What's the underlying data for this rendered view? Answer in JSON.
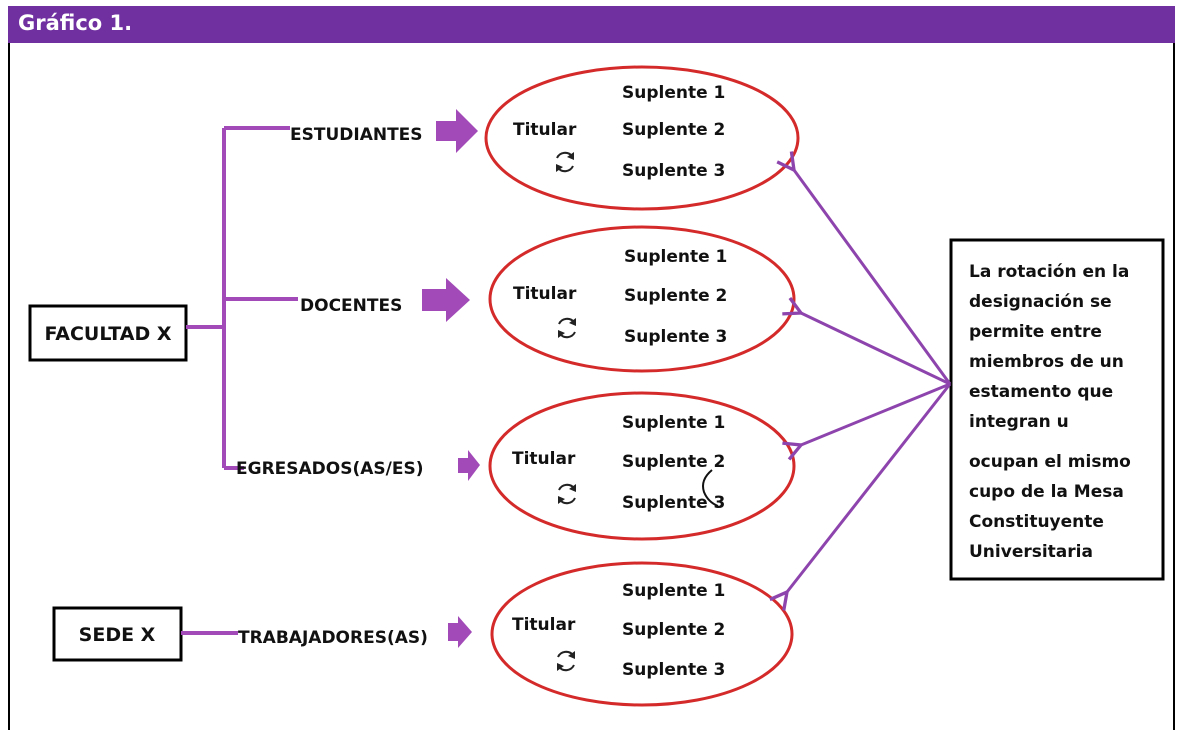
{
  "header": {
    "title": "Gráfico 1."
  },
  "colors": {
    "purple": "#8e44ad",
    "header_bg": "#7030a0",
    "ellipse_red": "#d42a2a"
  },
  "nodes": {
    "facultad": "FACULTAD X",
    "sede": "SEDE X"
  },
  "branches": [
    {
      "label": "ESTUDIANTES"
    },
    {
      "label": "DOCENTES"
    },
    {
      "label": "EGRESADOS(AS/ES)"
    },
    {
      "label": "TRABAJADORES(AS)"
    }
  ],
  "groups": [
    {
      "titular": "Titular",
      "suplentes": [
        "Suplente 1",
        "Suplente 2",
        "Suplente 3"
      ]
    },
    {
      "titular": "Titular",
      "suplentes": [
        "Suplente 1",
        "Suplente 2",
        "Suplente 3"
      ]
    },
    {
      "titular": "Titular",
      "suplentes": [
        "Suplente 1",
        "Suplente 2",
        "Suplente 3"
      ]
    },
    {
      "titular": "Titular",
      "suplentes": [
        "Suplente 1",
        "Suplente 2",
        "Suplente 3"
      ]
    }
  ],
  "note": {
    "lines": [
      "La rotación en la",
      "designación se",
      "permite entre",
      "miembros de un",
      "estamento que",
      "integran  u",
      "ocupan el mismo",
      "cupo de la Mesa",
      "Constituyente",
      "Universitaria"
    ]
  }
}
